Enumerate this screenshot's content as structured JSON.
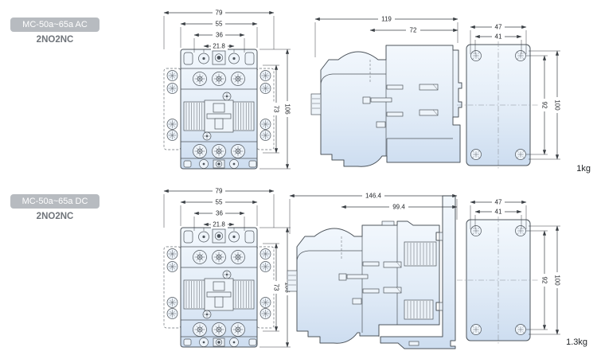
{
  "page": {
    "background": "#ffffff"
  },
  "colors": {
    "body_fill_top": "#f3f8fd",
    "body_fill_bottom": "#cdddf0",
    "outline": "#4d545b",
    "dimension_line": "#3a3f44",
    "badge_bg": "#b7bbc0",
    "badge_text": "#ffffff",
    "contacts_text": "#6f747a"
  },
  "products": [
    {
      "name": "MC-50a~65a AC",
      "contacts": "2NO2NC",
      "weight": "1kg",
      "front": {
        "width_total": "79",
        "width_body": "55",
        "width_terminals": "36",
        "width_center": "21.8",
        "height_inner": "73",
        "height_total": "106"
      },
      "side": {
        "depth_total": "119",
        "depth_upper": "72"
      },
      "rear": {
        "mount_width_outer": "47",
        "mount_width_inner": "41",
        "mount_height_inner": "92",
        "mount_height_outer": "100"
      }
    },
    {
      "name": "MC-50a~65a DC",
      "contacts": "2NO2NC",
      "weight": "1.3kg",
      "front": {
        "width_total": "79",
        "width_body": "55",
        "width_terminals": "36",
        "width_center": "21.8",
        "height_inner": "73",
        "height_total": "106"
      },
      "side": {
        "depth_total": "146.4",
        "depth_upper": "99.4"
      },
      "rear": {
        "mount_width_outer": "47",
        "mount_width_inner": "41",
        "mount_height_inner": "92",
        "mount_height_outer": "100"
      }
    }
  ]
}
